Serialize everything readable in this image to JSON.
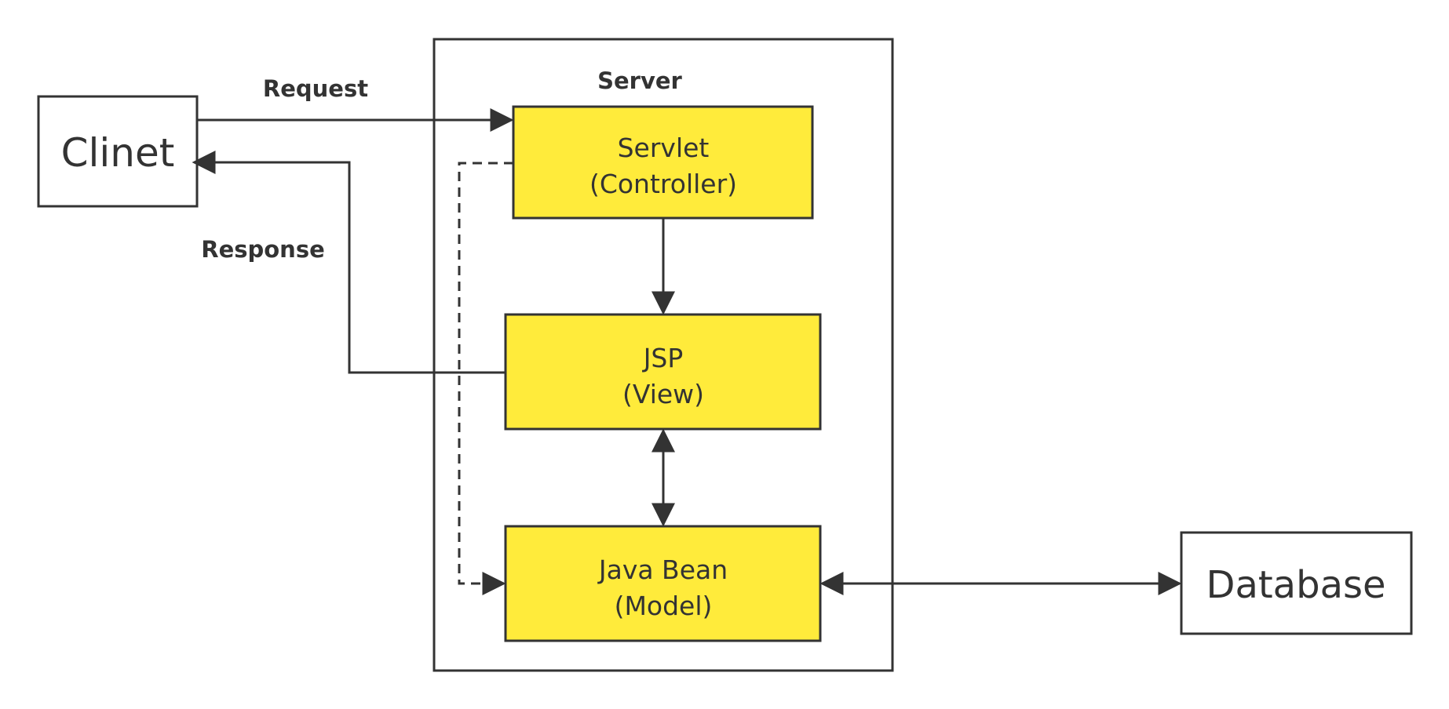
{
  "colors": {
    "stroke": "#333333",
    "component_fill": "#FFEB3B",
    "external_fill": "#FFFFFF",
    "background": "#FFFFFF",
    "text": "#333333"
  },
  "server": {
    "title": "Server"
  },
  "client": {
    "label": "Clinet"
  },
  "database": {
    "label": "Database"
  },
  "servlet": {
    "line1": "Servlet",
    "line2": "(Controller)"
  },
  "jsp": {
    "line1": "JSP",
    "line2": "(View)"
  },
  "bean": {
    "line1": "Java Bean",
    "line2": "(Model)"
  },
  "edges": {
    "request_label": "Request",
    "response_label": "Response"
  }
}
